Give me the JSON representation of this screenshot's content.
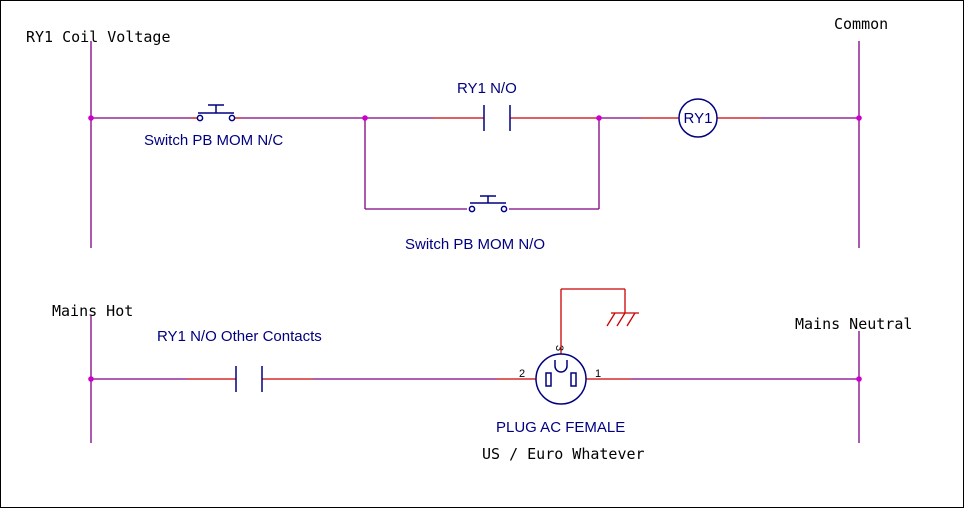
{
  "diagram": {
    "rails": {
      "coil_voltage": "RY1 Coil Voltage",
      "common": "Common",
      "mains_hot": "Mains Hot",
      "mains_neutral": "Mains Neutral"
    },
    "components": {
      "switch_nc": "Switch PB MOM N/C",
      "relay_contact_no": "RY1 N/O",
      "relay_coil": "RY1",
      "switch_no": "Switch PB MOM N/O",
      "relay_other_contacts": "RY1 N/O Other Contacts",
      "plug": "PLUG AC FEMALE",
      "plug_note": "US / Euro Whatever"
    },
    "plug_pins": {
      "pin1": "1",
      "pin2": "2",
      "pin3": "3"
    },
    "colors": {
      "rail": "#800080",
      "wire": "#cc0000",
      "component": "#000080",
      "node": "#cc00cc"
    }
  }
}
